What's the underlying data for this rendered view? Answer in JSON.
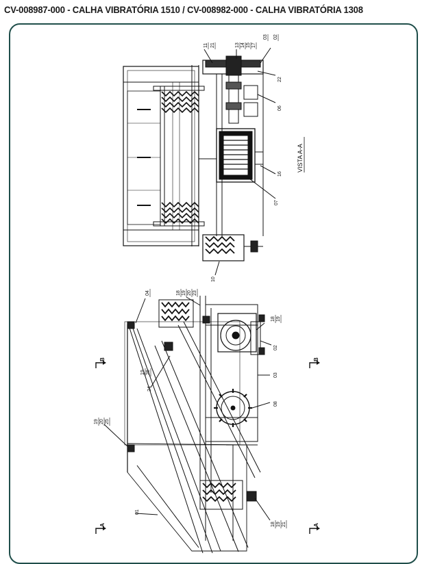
{
  "header": {
    "title": "CV-008987-000 - CALHA VIBRATÓRIA 1510 / CV-008982-000 - CALHA VIBRATÓRIA 1308"
  },
  "view_label": "VISTA A-A",
  "section_markers": {
    "a_left": "A",
    "a_right": "A",
    "b_left": "B",
    "b_right": "B"
  },
  "balloons": {
    "top": {
      "b11": "11",
      "b21": "21",
      "b13": "13",
      "b14": "14",
      "b15": "15",
      "b17": "17",
      "b03": "03",
      "b02": "02",
      "b22": "22",
      "b06": "06",
      "b16": "16",
      "b07": "07",
      "b10": "10"
    },
    "bottom": {
      "b04": "04",
      "b18a": "18",
      "b19a": "19",
      "b20a": "20",
      "b23a": "23",
      "b18b": "18",
      "b19b": "19",
      "b02": "02",
      "b19c": "19",
      "b26": "26",
      "b24": "24",
      "b03": "03",
      "b19d": "19",
      "b20b": "20",
      "b25": "25",
      "b08": "08",
      "b01": "01",
      "b18c": "18",
      "b19e": "19",
      "b21": "21"
    }
  }
}
